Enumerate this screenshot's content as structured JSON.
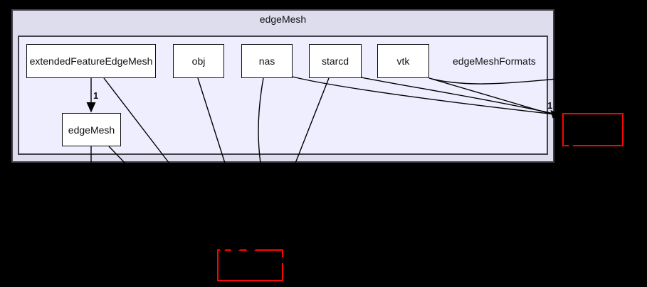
{
  "diagram": {
    "kind": "directory-dependency-graph",
    "title": "edgeMesh",
    "inner_cluster": {
      "label": "edgeMeshFormats"
    },
    "nodes": [
      {
        "label": "extendedFeatureEdgeMesh"
      },
      {
        "label": "obj"
      },
      {
        "label": "nas"
      },
      {
        "label": "starcd"
      },
      {
        "label": "vtk"
      },
      {
        "label": "edgeMesh"
      }
    ],
    "edge_labels": [
      {
        "text": "1"
      },
      {
        "text": "1"
      }
    ],
    "external_boxes": [
      {
        "position": "right",
        "label": ""
      },
      {
        "position": "bottom",
        "label": ""
      }
    ]
  },
  "colors": {
    "bg": "#000000",
    "outer_fill": "#ddddee",
    "inner_fill": "#eeeeff",
    "cluster_border": "#42424c",
    "node_fill": "#ffffff",
    "node_border": "#0c0c0c",
    "edge": "#000000",
    "red": "#fb0404",
    "text": "#111111"
  }
}
